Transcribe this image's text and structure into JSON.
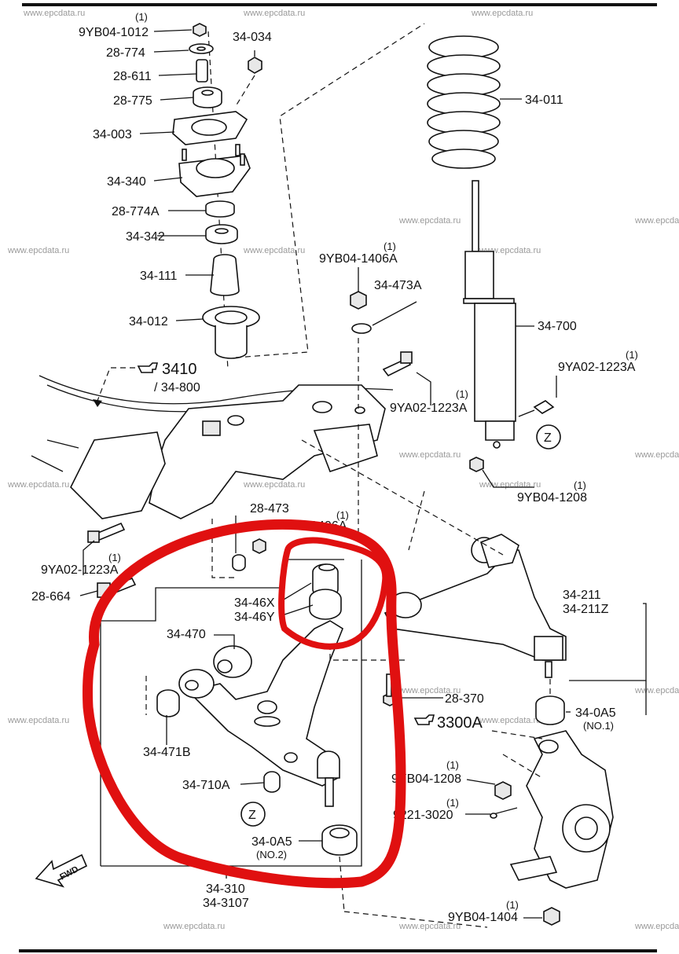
{
  "watermark": "www.epcdata.ru",
  "colors": {
    "ink": "#111111",
    "highlight": "#e01010",
    "watermark": "#9a9a9a"
  },
  "labels": {
    "p9yb04_1012": "9YB04-1012",
    "p28_774": "28-774",
    "p28_611": "28-611",
    "p28_775": "28-775",
    "p34_003": "34-003",
    "p34_340": "34-340",
    "p28_774a": "28-774A",
    "p34_342": "34-342",
    "p34_111": "34-111",
    "p34_012": "34-012",
    "p34_034": "34-034",
    "p34_011": "34-011",
    "p34_700": "34-700",
    "p9yb04_1406a": "9YB04-1406A",
    "p34_473a": "34-473A",
    "ref3410": "3410",
    "ref34_800": "/ 34-800",
    "p9ya02_1223a_mid": "9YA02-1223A",
    "p9ya02_1223a_right": "9YA02-1223A",
    "p9yb04_1208_top": "9YB04-1208",
    "p9ya02_1223a_left": "9YA02-1223A",
    "p28_664": "28-664",
    "p28_473": "28-473",
    "p1406a_partial": "04-1406A",
    "p34_46x": "34-46X",
    "p34_46y": "34-46Y",
    "p34_470": "34-470",
    "p34_471b": "34-471B",
    "p34_710a": "34-710A",
    "p34_0a5_no2": "34-0A5",
    "no2": "(NO.2)",
    "p34_310": "34-310",
    "p34_3107": "34-3107",
    "p34_211": "34-211",
    "p34_211z": "34-211Z",
    "p28_370": "28-370",
    "ref3300a": "3300A",
    "p34_0a5_no1": "34-0A5",
    "no1": "(NO.1)",
    "p9yb04_1208_low": "9YB04-1208",
    "p9221_3020": "9221-3020",
    "p9yb04_1404": "9YB04-1404",
    "qty": "(1)",
    "z": "Z",
    "fwd": "FWD"
  }
}
